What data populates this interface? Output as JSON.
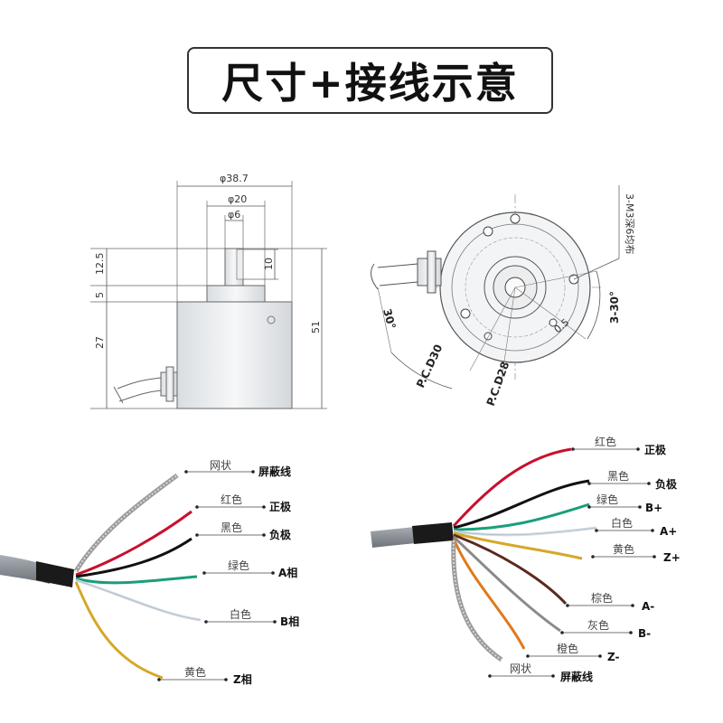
{
  "title": "尺寸+接线示意",
  "side_view": {
    "dims": {
      "d_body": "φ38.7",
      "d_boss": "φ20",
      "d_shaft": "φ6",
      "h_shaft": "12.5",
      "h_flat": "10",
      "h_boss": "5",
      "h_body": "27",
      "h_total": "51"
    }
  },
  "front_view": {
    "holes_note": "3-M3深6均布",
    "angle_30": "30°",
    "angle_3_30": "3-30°",
    "r_note": "0.5",
    "pcd30": "P.C.D30",
    "pcd28": "P.C.D28"
  },
  "wiring_left": [
    {
      "color_label": "网状",
      "function": "屏蔽线"
    },
    {
      "color_label": "红色",
      "function": "正极"
    },
    {
      "color_label": "黑色",
      "function": "负极"
    },
    {
      "color_label": "绿色",
      "function": "A相"
    },
    {
      "color_label": "白色",
      "function": "B相"
    },
    {
      "color_label": "黄色",
      "function": "Z相"
    }
  ],
  "wiring_right": [
    {
      "color_label": "红色",
      "function": "正极"
    },
    {
      "color_label": "黑色",
      "function": "负极"
    },
    {
      "color_label": "绿色",
      "function": "B+"
    },
    {
      "color_label": "白色",
      "function": "A+"
    },
    {
      "color_label": "黄色",
      "function": "Z+"
    },
    {
      "color_label": "棕色",
      "function": "A-"
    },
    {
      "color_label": "灰色",
      "function": "B-"
    },
    {
      "color_label": "橙色",
      "function": "Z-"
    },
    {
      "color_label": "网状",
      "function": "屏蔽线"
    }
  ],
  "colors": {
    "red": "#c8102e",
    "black": "#111111",
    "green": "#1a9e7a",
    "white": "#dfe6ee",
    "yellow": "#d4a82a",
    "brown": "#5a2a1e",
    "gray": "#8a8a8a",
    "orange": "#e07a1a",
    "shield": "#b8b8b8",
    "cable": "#8f969c"
  }
}
